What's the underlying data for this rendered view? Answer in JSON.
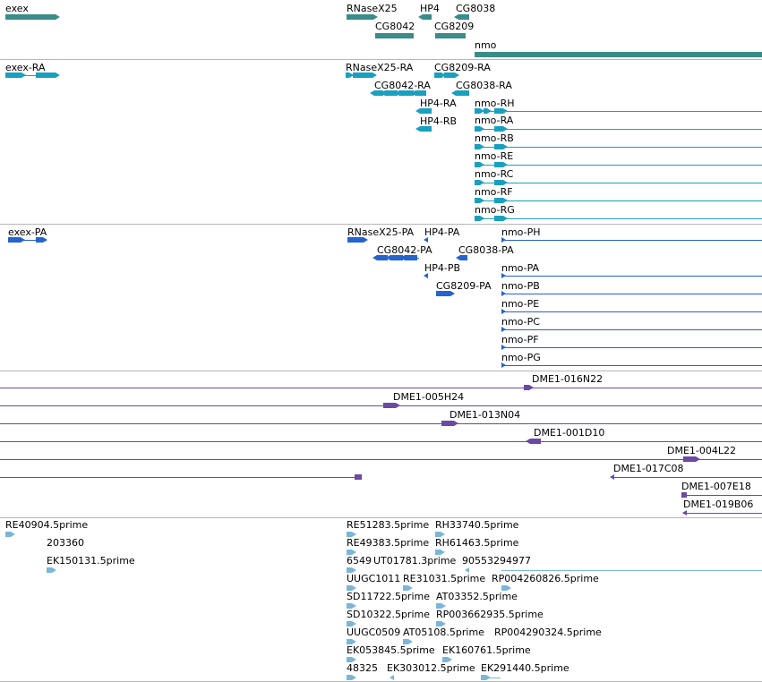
{
  "colors": {
    "gene": "#3a8c8a",
    "mrna": "#1aa0bf",
    "protein": "#2563cf",
    "clone": "#6a4aa5",
    "est": "#7bb6d8",
    "separator": "#b7b7b7"
  },
  "tracks": {
    "gene": {
      "labels": [
        "exex",
        "RNaseX25",
        "HP4",
        "CG8038",
        "CG8042",
        "CG8209",
        "nmo"
      ]
    },
    "mrna": {
      "labels": [
        "exex-RA",
        "RNaseX25-RA",
        "CG8209-RA",
        "CG8042-RA",
        "CG8038-RA",
        "HP4-RA",
        "nmo-RH",
        "HP4-RB",
        "nmo-RA",
        "nmo-RB",
        "nmo-RE",
        "nmo-RC",
        "nmo-RF",
        "nmo-RG"
      ]
    },
    "protein": {
      "labels": [
        "exex-PA",
        "RNaseX25-PA",
        "HP4-PA",
        "nmo-PH",
        "CG8042-PA",
        "CG8038-PA",
        "HP4-PB",
        "nmo-PA",
        "CG8209-PA",
        "nmo-PB",
        "nmo-PE",
        "nmo-PC",
        "nmo-PF",
        "nmo-PG"
      ]
    },
    "clone": {
      "labels": [
        "DME1-016N22",
        "DME1-005H24",
        "DME1-013N04",
        "DME1-001D10",
        "DME1-004L22",
        "DME1-017C08",
        "DME1-007E18",
        "DME1-019B06"
      ]
    },
    "est": {
      "labels": [
        "RE40904.5prime",
        "203360",
        "EK150131.5prime",
        "RE51283.5prime",
        "RH33740.5prime",
        "RE49383.5prime",
        "RH61463.5prime",
        "6549",
        "UT01781.3prime",
        "90553294977",
        "UUGC1011",
        "RE31031.5prime",
        "RP004260826.5prime",
        "SD11722.5prime",
        "AT03352.5prime",
        "SD10322.5prime",
        "RP003662935.5prime",
        "UUGC0509",
        "AT05108.5prime",
        "RP004290324.5prime",
        "EK053845.5prime",
        "EK160761.5prime",
        "48325",
        "EK303012.5prime",
        "EK291440.5prime"
      ]
    }
  }
}
